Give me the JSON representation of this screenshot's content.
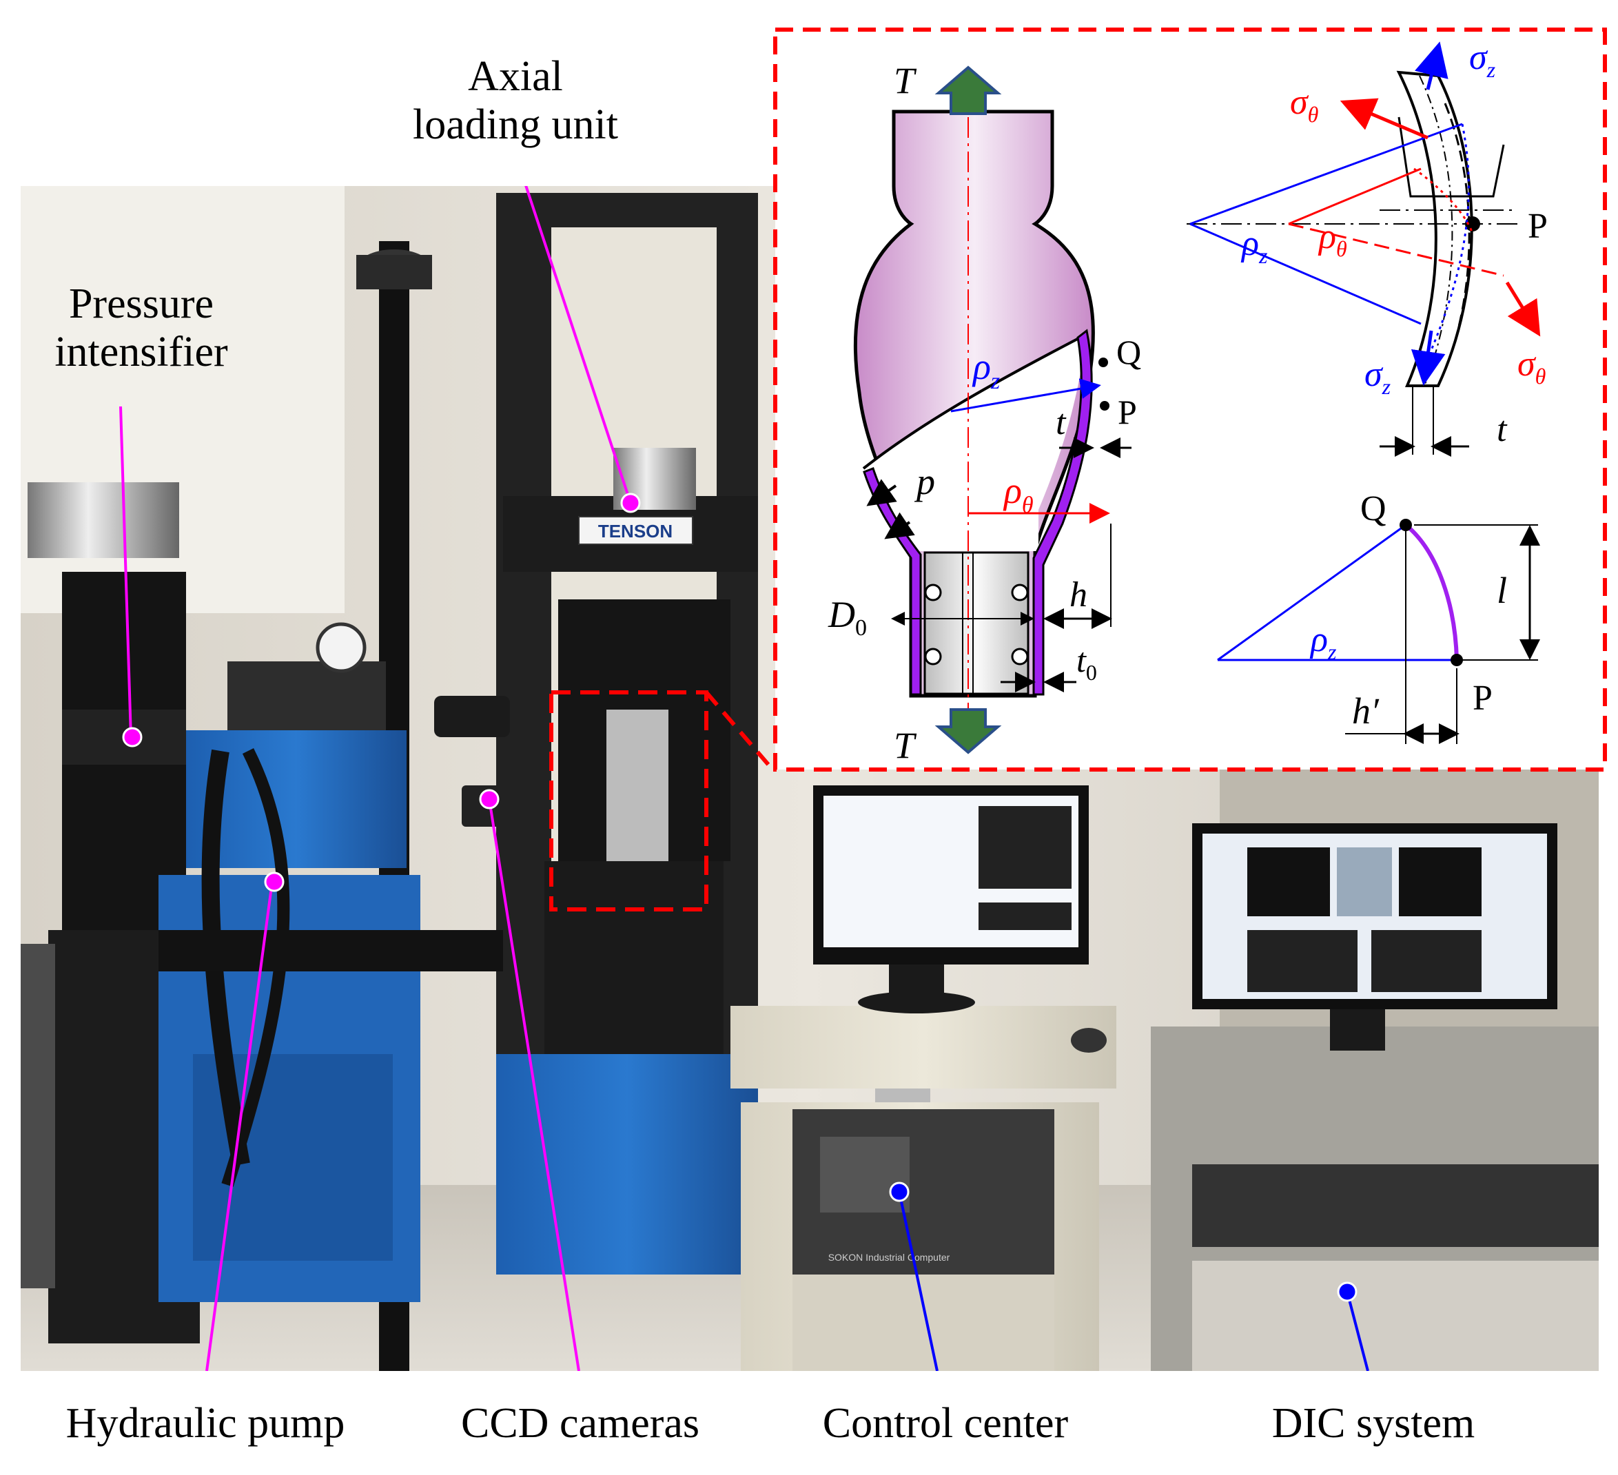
{
  "labels": {
    "axial": [
      "Axial",
      "loading unit"
    ],
    "pressure": [
      "Pressure",
      "intensifier"
    ],
    "hydraulic_pump": "Hydraulic pump",
    "ccd_cameras": "CCD cameras",
    "control_center": "Control center",
    "dic_system": "DIC system"
  },
  "equipment_text": {
    "brand": "TENSON",
    "computer_brand": "SOKON Industrial Computer"
  },
  "diagram": {
    "T_top": "T",
    "T_bottom": "T",
    "Q": "Q",
    "P": "P",
    "p": "p",
    "t": "t",
    "h": "h",
    "D": "D",
    "D_sub": "0",
    "t0": "t",
    "t0_sub": "0",
    "rho": "ρ",
    "z_sub": "z",
    "theta_sub": "θ",
    "sigma": "σ",
    "stress_P": "P",
    "stress_t": "t",
    "geo_Q": "Q",
    "geo_P": "P",
    "l": "l",
    "hprime": "h′"
  },
  "colors": {
    "callout_magenta": "#ff00ff",
    "callout_blue": "#0000ff",
    "dashed_red": "#ff0000",
    "specimen_purple": "#a020f0",
    "rho_z_blue": "#0000ff",
    "rho_theta_red": "#ff0000",
    "arrow_green": "#3a7a3a"
  }
}
